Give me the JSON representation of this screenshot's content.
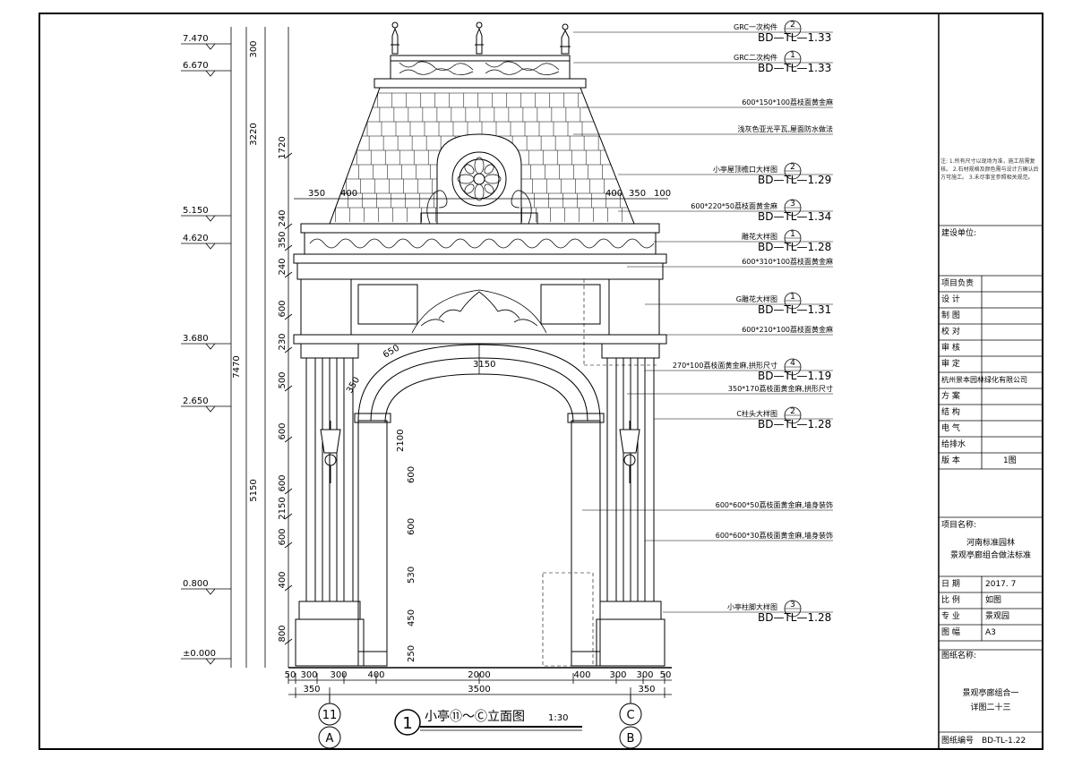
{
  "drawing": {
    "levels": [
      "7.470",
      "6.670",
      "5.150",
      "4.620",
      "3.680",
      "2.650",
      "0.800",
      "±0.000"
    ],
    "vertical_dims_outer": [
      "300",
      "3220",
      "7470",
      "5150"
    ],
    "vertical_dims_inner": [
      "1720",
      "350",
      "240",
      "600",
      "230",
      "500",
      "600",
      "600",
      "2150",
      "600",
      "400",
      "800",
      "240"
    ],
    "arch_dims": [
      "3150",
      "2100",
      "600",
      "600",
      "530",
      "450",
      "250",
      "650",
      "350"
    ],
    "top_dims": [
      "350",
      "400",
      "400",
      "350",
      "100"
    ],
    "bottom_dims_row1": [
      "50",
      "300",
      "300",
      "400",
      "2000",
      "400",
      "300",
      "300",
      "50"
    ],
    "bottom_dims_row2": [
      "350",
      "3500",
      "350"
    ],
    "callouts": [
      {
        "text": "GRC一次构件",
        "ref": "BD—TL—1.33",
        "num": "2"
      },
      {
        "text": "GRC二次构件",
        "ref": "BD—TL—1.33",
        "num": "1"
      },
      {
        "text": "600*150*100荔枝面黄金麻",
        "ref": "",
        "num": ""
      },
      {
        "text": "浅灰色亚光平瓦,屋面防水做法",
        "ref": "",
        "num": ""
      },
      {
        "text": "小亭屋顶檐口大样图",
        "ref": "BD—TL—1.29",
        "num": "2"
      },
      {
        "text": "600*220*50荔枝面黄金麻",
        "ref": "BD—TL—1.34",
        "num": "3"
      },
      {
        "text": "雕花大样图",
        "ref": "BD—TL—1.28",
        "num": "1"
      },
      {
        "text": "600*310*100荔枝面黄金麻",
        "ref": "",
        "num": ""
      },
      {
        "text": "G雕花大样图",
        "ref": "BD—TL—1.31",
        "num": "1"
      },
      {
        "text": "600*210*100荔枝面黄金麻",
        "ref": "",
        "num": ""
      },
      {
        "text": "270*100荔枝面黄金麻,拱形尺寸",
        "ref": "BD—TL—1.19",
        "num": "4"
      },
      {
        "text": "350*170荔枝面黄金麻,拱形尺寸",
        "ref": "",
        "num": ""
      },
      {
        "text": "C柱头大样图",
        "ref": "BD—TL—1.28",
        "num": "2"
      },
      {
        "text": "600*600*50荔枝面黄金麻,墙身装饰",
        "ref": "",
        "num": ""
      },
      {
        "text": "600*600*30荔枝面黄金麻,墙身装饰",
        "ref": "",
        "num": ""
      },
      {
        "text": "小亭柱脚大样图",
        "ref": "BD—TL—1.28",
        "num": "3"
      }
    ],
    "axis_labels": {
      "left_top": "11",
      "left_bottom": "A",
      "right_top": "C",
      "right_bottom": "B"
    },
    "view_title": {
      "number": "1",
      "title": "小亭⑪～Ⓒ立面图",
      "scale": "1:30"
    }
  },
  "title_block": {
    "notes": "注: 1.所有尺寸以现场为准，施工前需复核。 2.石材规格及颜色需与设计方确认后方可施工。 3.未尽事宜参照相关规范。",
    "construction_unit_label": "建设单位:",
    "project_role_labels": [
      "项目负责",
      "设    计",
      "制    图",
      "校    对",
      "审    核",
      "审    定"
    ],
    "company_line": "杭州景本园林绿化有限公司",
    "disciplines": [
      {
        "label": "方    案",
        "value": ""
      },
      {
        "label": "结    构",
        "value": ""
      },
      {
        "label": "电    气",
        "value": ""
      },
      {
        "label": "给排水",
        "value": ""
      }
    ],
    "version_label": "版    本",
    "version_value": "1图",
    "project_name_label": "项目名称:",
    "project_name": [
      "河南标准园林",
      "景观亭廊组合做法标准"
    ],
    "info_rows": [
      {
        "label": "日    期",
        "value": "2017. 7"
      },
      {
        "label": "比    例",
        "value": "如图"
      },
      {
        "label": "专    业",
        "value": "景观园"
      },
      {
        "label": "图    幅",
        "value": "A3"
      }
    ],
    "drawing_name_label": "图纸名称:",
    "drawing_name": [
      "景观亭廊组合一",
      "详图二十三"
    ],
    "drawing_number_label": "图纸编号",
    "drawing_number": "BD-TL-1.22"
  }
}
